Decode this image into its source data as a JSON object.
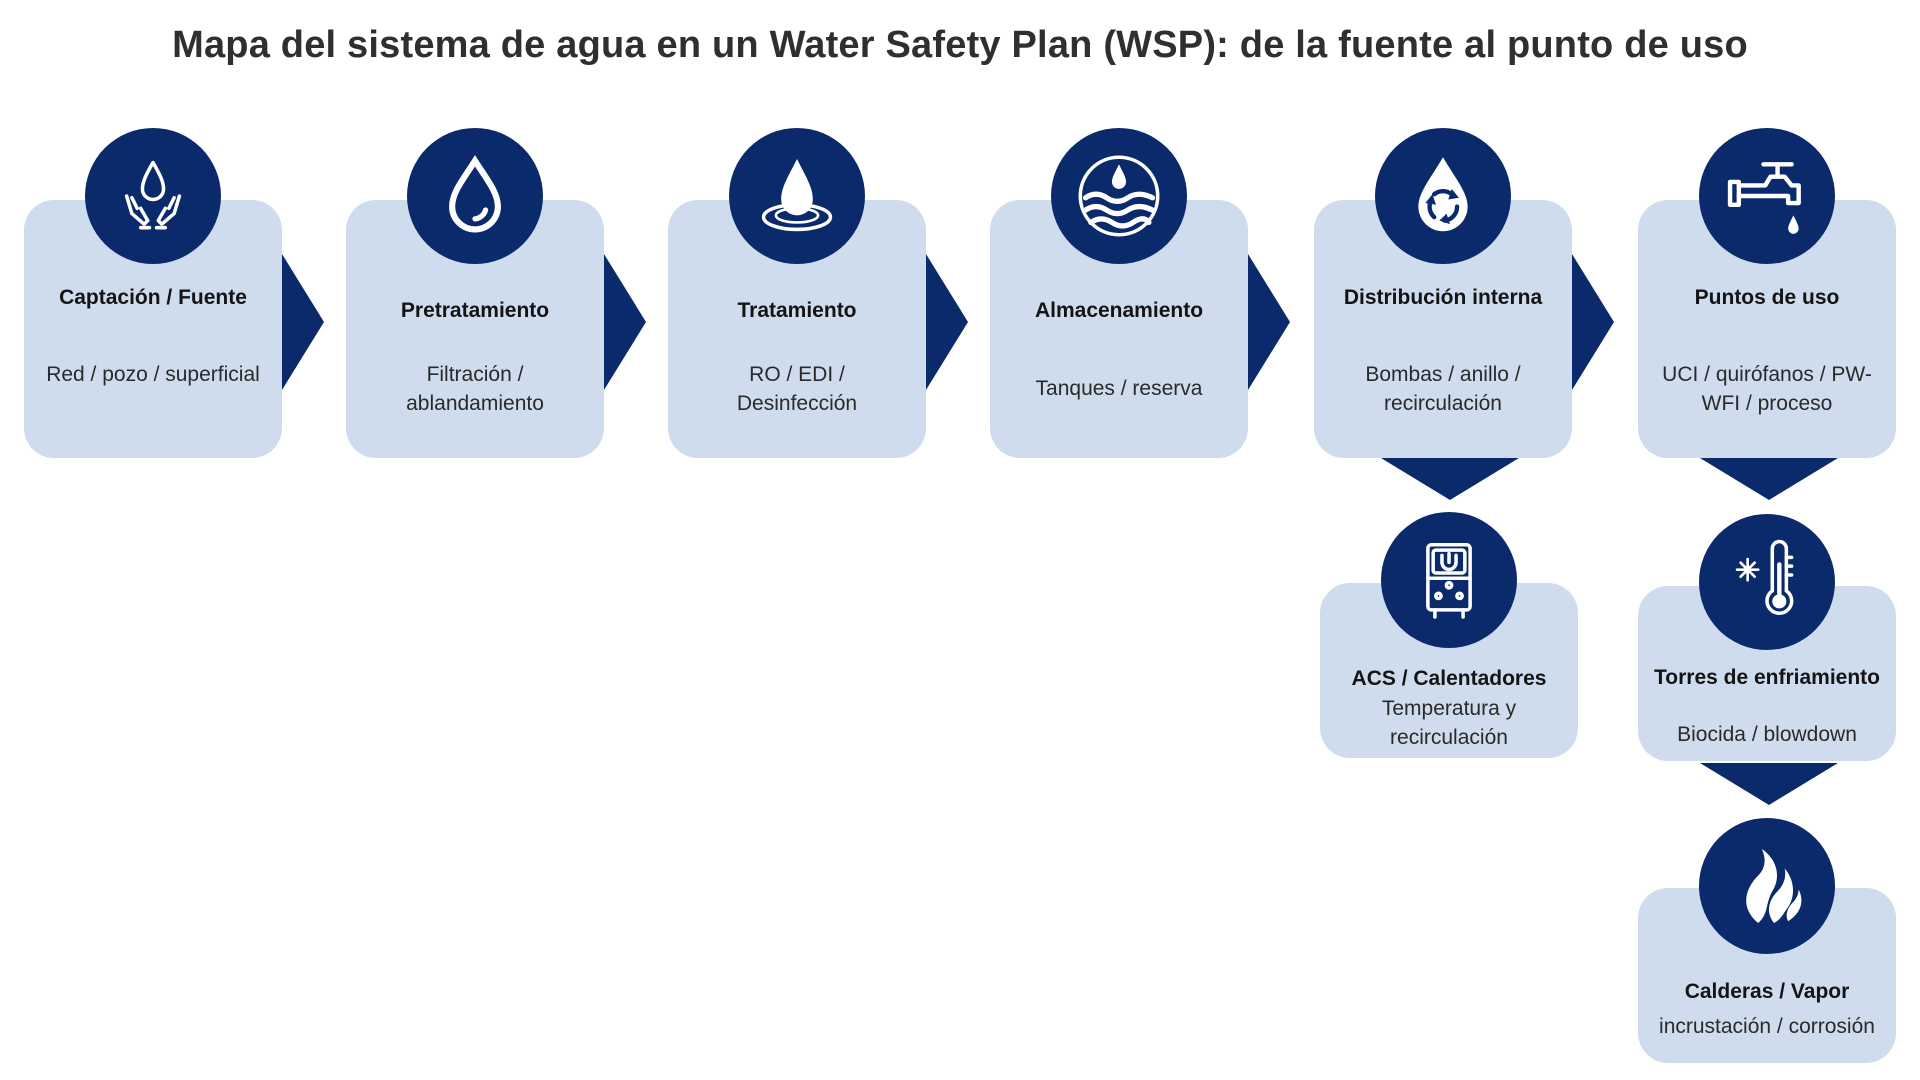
{
  "title": "Mapa del sistema de agua en un Water Safety Plan (WSP): de la fuente al punto de uso",
  "colors": {
    "card": "#cfdcee",
    "accent": "#0b2a6b"
  },
  "main_steps": [
    {
      "title": "Captación / Fuente",
      "desc": "Red / pozo / superficial",
      "icon": "hands-water-drop-icon"
    },
    {
      "title": "Pretratamiento",
      "desc": "Filtración / ablandamiento",
      "icon": "water-drop-icon"
    },
    {
      "title": "Tratamiento",
      "desc": "RO / EDI / Desinfección",
      "icon": "drop-ripple-icon"
    },
    {
      "title": "Almacenamiento",
      "desc": "Tanques / reserva",
      "icon": "water-waves-icon"
    },
    {
      "title": "Distribución interna",
      "desc": "Bombas / anillo / recirculación",
      "icon": "drop-recycle-icon"
    },
    {
      "title": "Puntos de uso",
      "desc": "UCI / quirófanos / PW-WFI / proceso",
      "icon": "faucet-icon"
    }
  ],
  "branches": {
    "acs": {
      "title": "ACS / Calentadores",
      "desc": "Temperatura y recirculación",
      "icon": "water-heater-icon"
    },
    "torres": {
      "title": "Torres de enfriamiento",
      "desc": "Biocida / blowdown",
      "icon": "thermometer-snowflake-icon"
    },
    "calderas": {
      "title": "Calderas / Vapor",
      "desc": "incrustación / corrosión",
      "icon": "flame-icon"
    }
  }
}
